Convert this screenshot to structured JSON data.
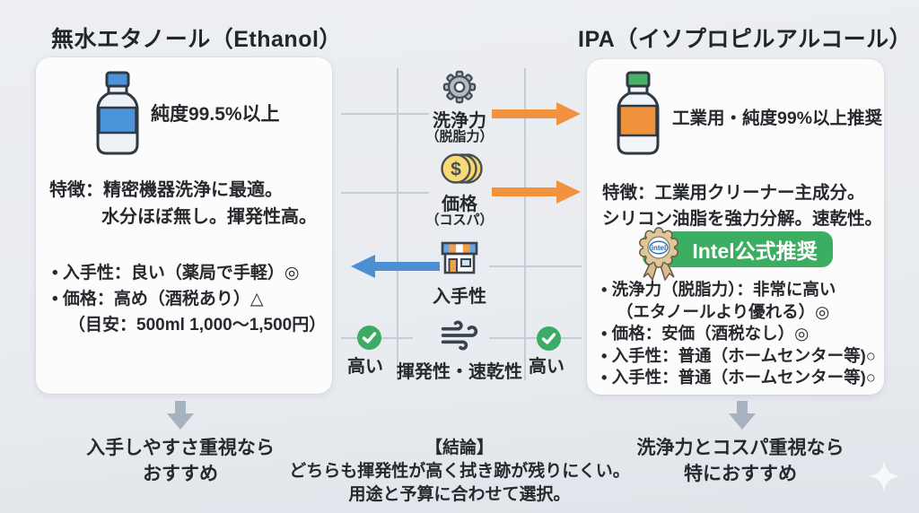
{
  "titles": {
    "left": "無水エタノール（Ethanol）",
    "right": "IPA（イソプロピルアルコール）"
  },
  "left_card": {
    "purity": "純度99.5%以上",
    "feature_line1": "特徴：精密機器洗浄に最適。",
    "feature_line2": "水分ほぼ無し。揮発性高。",
    "bullets": [
      "• 入手性：良い（薬局で手軽）◎",
      "• 価格：高め（酒税あり）△",
      "（目安：500ml 1,000〜1,500円）"
    ],
    "verdict_line1": "入手しやすさ重視なら",
    "verdict_line2": "おすすめ"
  },
  "right_card": {
    "purity": "工業用・純度99%以上推奨",
    "feature_line1": "特徴：工業用クリーナー主成分。",
    "feature_line2": "シリコン油脂を強力分解。速乾性。",
    "badge": {
      "label": "Intel公式推奨",
      "logo": "intel"
    },
    "bullets": [
      "• 洗浄力（脱脂力）：非常に高い",
      "（エタノールより優れる）◎",
      "• 価格：安価（酒税なし）◎",
      "• 入手性：普通（ホームセンター等)○",
      "• 入手性：普通（ホームセンター等)○"
    ],
    "verdict_line1": "洗浄力とコスパ重視なら",
    "verdict_line2": "特におすすめ"
  },
  "criteria": [
    {
      "label": "洗浄力",
      "sub": "（脱脂力）",
      "icon": "gear-icon",
      "arrow": "right-to-ipa"
    },
    {
      "label": "価格",
      "sub": "（コスパ）",
      "icon": "coins-icon",
      "arrow": "right-to-ipa"
    },
    {
      "label": "入手性",
      "icon": "store-icon",
      "arrow": "left-to-ethanol"
    },
    {
      "label": "揮発性・速乾性",
      "icon": "wind-icon",
      "result": "both-high"
    }
  ],
  "high": {
    "left": "高い",
    "right": "高い"
  },
  "conclusion": {
    "heading": "【結論】",
    "line1": "どちらも揮発性が高く拭き跡が残りにくい。",
    "line2": "用途と予算に合わせて選択。"
  },
  "icons": {
    "coin_symbol": "$"
  },
  "colors": {
    "accent_orange": "#f0923e",
    "accent_blue": "#4d8fd3",
    "badge_green": "#3cae62",
    "check_green": "#3bab66",
    "gray_arrow": "#a6b2c0"
  }
}
